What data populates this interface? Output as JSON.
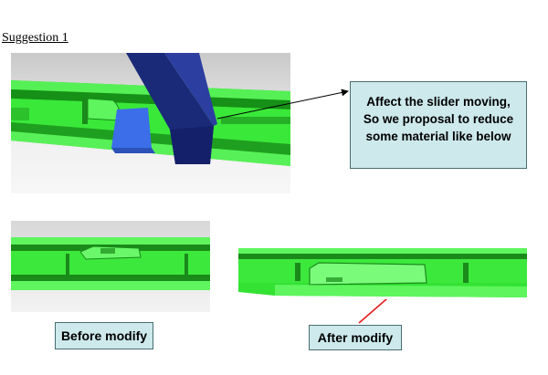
{
  "heading": "Suggestion 1",
  "note": {
    "lines": [
      "Affect the slider moving,",
      "So we proposal to reduce",
      "some material like below"
    ]
  },
  "labels": {
    "before": "Before modify",
    "after": "After modify"
  },
  "colors": {
    "part_green": "#33e233",
    "part_dark_green": "#1a8a1a",
    "slider_navy": "#1a2a78",
    "slider_blue": "#3b6ee8",
    "callout_bg": "#cde9ec",
    "arrow_red": "#e41e1e"
  }
}
